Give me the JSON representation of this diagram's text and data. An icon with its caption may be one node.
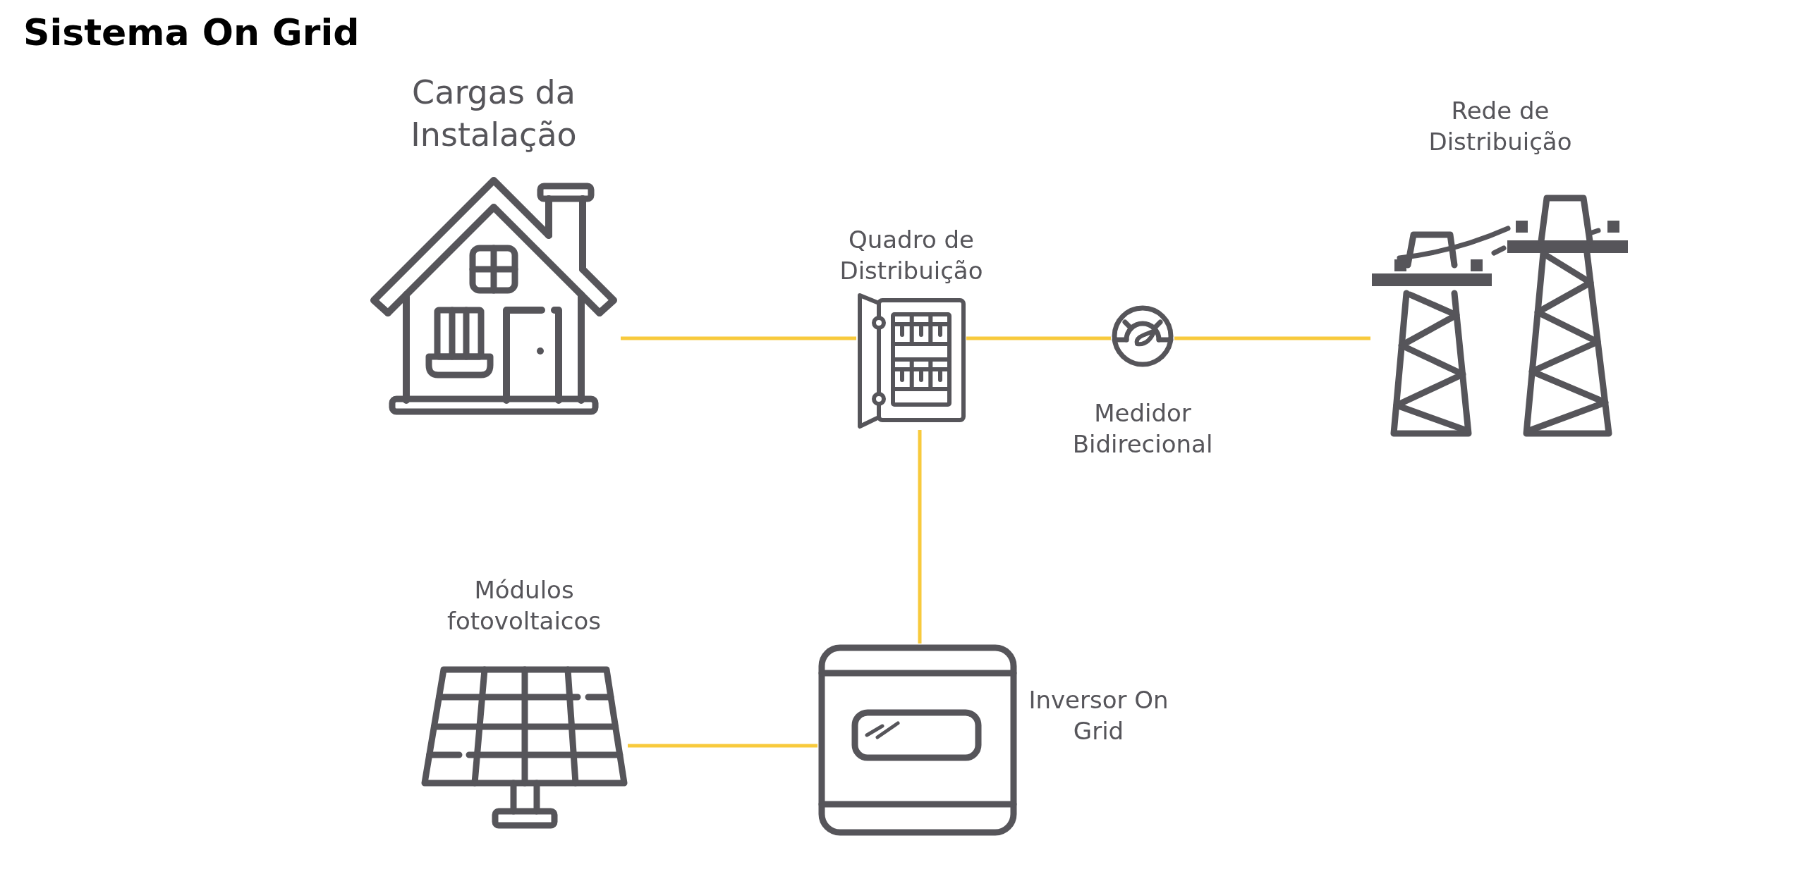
{
  "diagram": {
    "title": "Sistema On Grid",
    "nodes": [
      {
        "text": [
          "Cargas da Instalação"
        ]
      },
      {
        "text": [
          "Quadro de Distribuição"
        ]
      },
      {
        "text": [
          "Medidor Bidirecional"
        ]
      },
      {
        "text": [
          "Rede de Distribuição"
        ]
      },
      {
        "text": [
          "Módulos fotovoltaicos"
        ]
      },
      {
        "text": [
          "Inversor On Grid"
        ]
      }
    ],
    "edges": [
      {
        "from": 0,
        "to": 1,
        "arrow": "none"
      },
      {
        "from": 1,
        "to": 2,
        "arrow": "none"
      },
      {
        "from": 2,
        "to": 3,
        "arrow": "none"
      },
      {
        "from": 1,
        "to": 5,
        "arrow": "none"
      },
      {
        "from": 4,
        "to": 5,
        "arrow": "none"
      }
    ]
  }
}
